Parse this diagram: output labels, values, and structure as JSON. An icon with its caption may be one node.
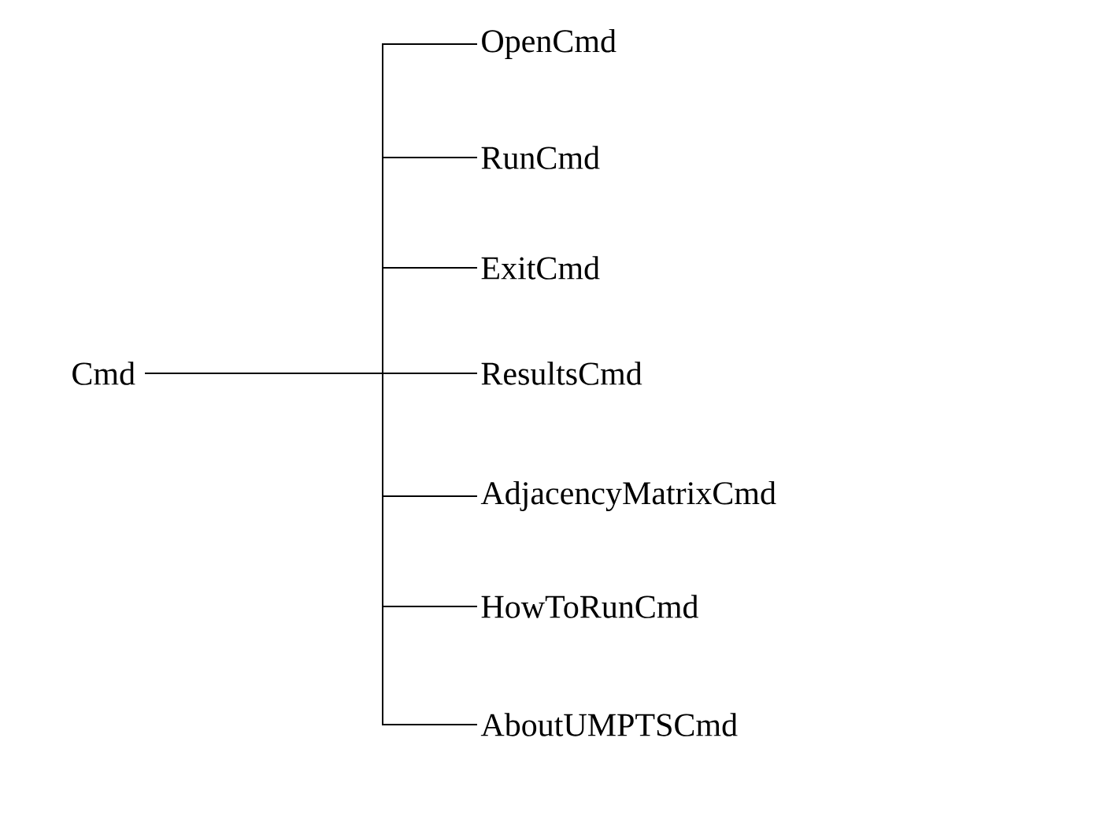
{
  "diagram": {
    "nodes": [
      {
        "text": [
          "Cmd"
        ]
      },
      {
        "text": [
          "OpenCmd"
        ]
      },
      {
        "text": [
          "RunCmd"
        ]
      },
      {
        "text": [
          "ExitCmd"
        ]
      },
      {
        "text": [
          "ResultsCmd"
        ]
      },
      {
        "text": [
          "AdjacencyMatrixCmd"
        ]
      },
      {
        "text": [
          "HowToRunCmd"
        ]
      },
      {
        "text": [
          "AboutUMPTSCmd"
        ]
      }
    ],
    "edges": [
      {
        "from": 0,
        "to": 1,
        "arrow": "none"
      },
      {
        "from": 0,
        "to": 2,
        "arrow": "none"
      },
      {
        "from": 0,
        "to": 3,
        "arrow": "none"
      },
      {
        "from": 0,
        "to": 4,
        "arrow": "none"
      },
      {
        "from": 0,
        "to": 5,
        "arrow": "none"
      },
      {
        "from": 0,
        "to": 6,
        "arrow": "none"
      },
      {
        "from": 0,
        "to": 7,
        "arrow": "none"
      }
    ]
  }
}
